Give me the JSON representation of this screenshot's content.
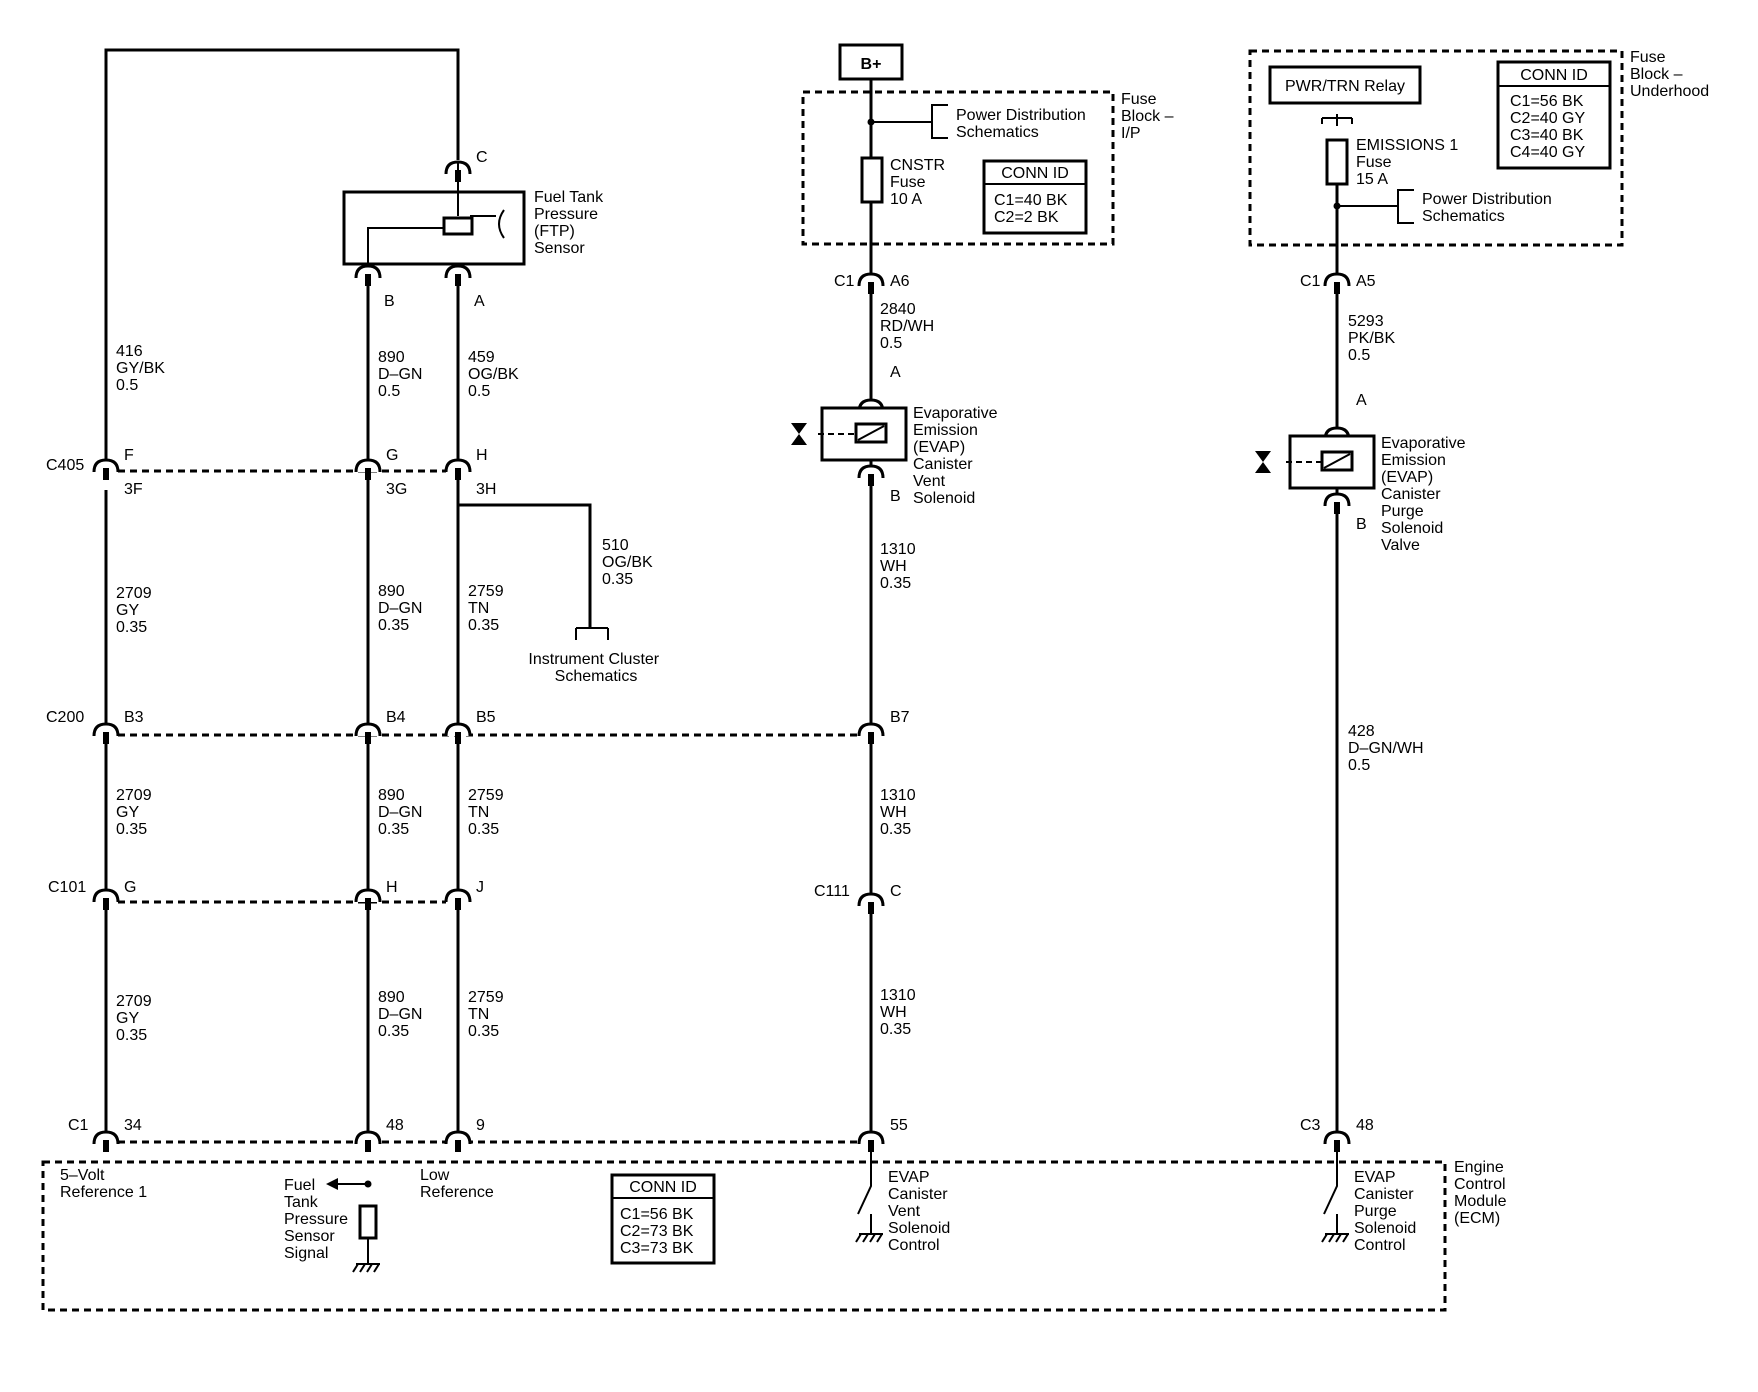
{
  "power": {
    "bplus": "B+",
    "fuse_block_ip": [
      "Fuse",
      "Block –",
      "I/P"
    ],
    "fuse_block_uh": [
      "Fuse",
      "Block –",
      "Underhood"
    ],
    "power_dist_1": [
      "Power Distribution",
      "Schematics"
    ],
    "power_dist_2": [
      "Power Distribution",
      "Schematics"
    ],
    "cnstr_fuse": [
      "CNSTR",
      "Fuse",
      "10 A"
    ],
    "emissions_fuse": [
      "EMISSIONS 1",
      "Fuse",
      "15 A"
    ],
    "relay": "PWR/TRN Relay"
  },
  "conn_ids": {
    "ip": {
      "title": "CONN ID",
      "lines": [
        "C1=40 BK",
        "C2=2 BK"
      ]
    },
    "uh": {
      "title": "CONN ID",
      "lines": [
        "C1=56 BK",
        "C2=40 GY",
        "C3=40 BK",
        "C4=40 GY"
      ]
    },
    "ecm": {
      "title": "CONN ID",
      "lines": [
        "C1=56 BK",
        "C2=73 BK",
        "C3=73 BK"
      ]
    }
  },
  "components": {
    "ftp_sensor": [
      "Fuel Tank",
      "Pressure",
      "(FTP)",
      "Sensor"
    ],
    "vent_solenoid": [
      "Evaporative",
      "Emission",
      "(EVAP)",
      "Canister",
      "Vent",
      "Solenoid"
    ],
    "purge_solenoid": [
      "Evaporative",
      "Emission",
      "(EVAP)",
      "Canister",
      "Purge",
      "Solenoid",
      "Valve"
    ],
    "instrument_cluster": [
      "Instrument Cluster",
      "Schematics"
    ],
    "ecm": [
      "Engine",
      "Control",
      "Module",
      "(ECM)"
    ]
  },
  "ecm_labels": {
    "ref5v": [
      "5–Volt",
      "Reference 1"
    ],
    "ftp_signal": [
      "Fuel",
      "Tank",
      "Pressure",
      "Sensor",
      "Signal"
    ],
    "low_ref": [
      "Low",
      "Reference"
    ],
    "vent_ctrl": [
      "EVAP",
      "Canister",
      "Vent",
      "Solenoid",
      "Control"
    ],
    "purge_ctrl": [
      "EVAP",
      "Canister",
      "Purge",
      "Solenoid",
      "Control"
    ]
  },
  "connectors": {
    "c405": "C405",
    "c200": "C200",
    "c101": "C101",
    "c111": "C111",
    "c1_ecm": "C1",
    "c3_ecm": "C3",
    "c1_ip": "C1",
    "c1_uh": "C1"
  },
  "pins": {
    "sensor_c": "C",
    "sensor_b": "B",
    "sensor_a": "A",
    "c405_f": "F",
    "c405_g": "G",
    "c405_h": "H",
    "c405_3f": "3F",
    "c405_3g": "3G",
    "c405_3h": "3H",
    "c200_b3": "B3",
    "c200_b4": "B4",
    "c200_b5": "B5",
    "c200_b7": "B7",
    "c101_g": "G",
    "c101_h": "H",
    "c101_j": "J",
    "c111_c": "C",
    "ecm_34": "34",
    "ecm_48a": "48",
    "ecm_9": "9",
    "ecm_55": "55",
    "ecm_48b": "48",
    "ip_a6": "A6",
    "uh_a5": "A5",
    "vent_a": "A",
    "vent_b": "B",
    "purge_a": "A",
    "purge_b": "B"
  },
  "wires": {
    "w416": [
      "416",
      "GY/BK",
      "0.5"
    ],
    "w890a": [
      "890",
      "D–GN",
      "0.5"
    ],
    "w459": [
      "459",
      "OG/BK",
      "0.5"
    ],
    "w2709a": [
      "2709",
      "GY",
      "0.35"
    ],
    "w890b": [
      "890",
      "D–GN",
      "0.35"
    ],
    "w2759a": [
      "2759",
      "TN",
      "0.35"
    ],
    "w510": [
      "510",
      "OG/BK",
      "0.35"
    ],
    "w2709b": [
      "2709",
      "GY",
      "0.35"
    ],
    "w890c": [
      "890",
      "D–GN",
      "0.35"
    ],
    "w2759b": [
      "2759",
      "TN",
      "0.35"
    ],
    "w2709c": [
      "2709",
      "GY",
      "0.35"
    ],
    "w890d": [
      "890",
      "D–GN",
      "0.35"
    ],
    "w2759c": [
      "2759",
      "TN",
      "0.35"
    ],
    "w2840": [
      "2840",
      "RD/WH",
      "0.5"
    ],
    "w1310a": [
      "1310",
      "WH",
      "0.35"
    ],
    "w1310b": [
      "1310",
      "WH",
      "0.35"
    ],
    "w1310c": [
      "1310",
      "WH",
      "0.35"
    ],
    "w5293": [
      "5293",
      "PK/BK",
      "0.5"
    ],
    "w428": [
      "428",
      "D–GN/WH",
      "0.5"
    ]
  }
}
